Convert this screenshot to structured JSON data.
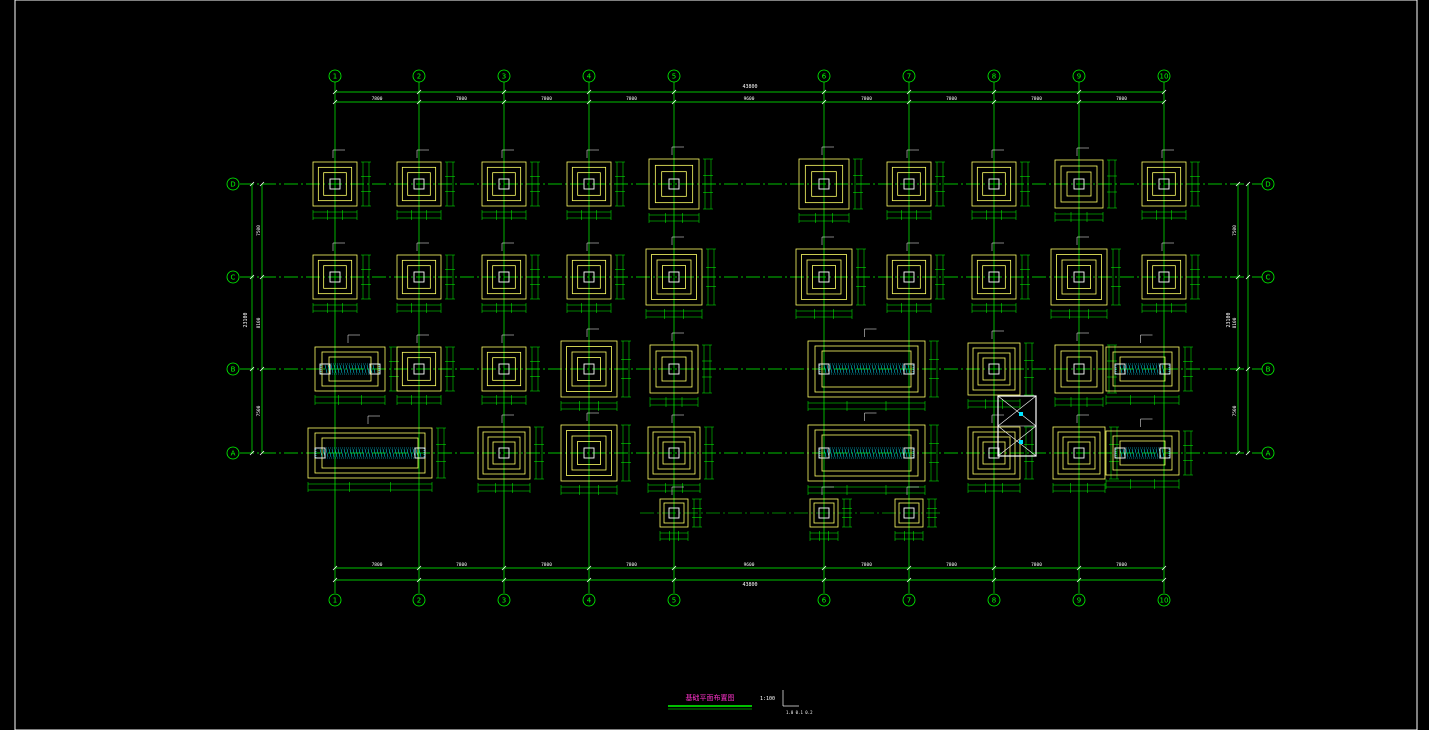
{
  "drawing": {
    "column_axes": [
      "1",
      "2",
      "3",
      "4",
      "5",
      "6",
      "7",
      "8",
      "9",
      "10"
    ],
    "row_axes": [
      "D",
      "C",
      "B",
      "A"
    ],
    "top_dims": [
      "7800",
      "7800",
      "7800",
      "7800",
      "9600",
      "7800",
      "7800",
      "7800",
      "7800"
    ],
    "bottom_dims": [
      "7800",
      "7800",
      "7800",
      "7800",
      "9600",
      "7800",
      "7800",
      "7800",
      "7800"
    ],
    "top_total": "43800",
    "bottom_total": "43800",
    "left_dims": [
      "7500",
      "8100",
      "7500"
    ],
    "left_total": "23100",
    "right_dims": [
      "7500",
      "8100",
      "7500"
    ],
    "right_total": "23100",
    "title": "基础平面布置图",
    "scale": "1:100",
    "colors": {
      "background": "#000000",
      "axis_line": "#00ff00",
      "footing_outline": "#ffff66",
      "column": "#ffffff",
      "dimension": "#00ff00",
      "annotation": "#ffffff",
      "hatch": "#00e5ff",
      "title": "#ff33cc",
      "frame": "#ffffff"
    }
  }
}
